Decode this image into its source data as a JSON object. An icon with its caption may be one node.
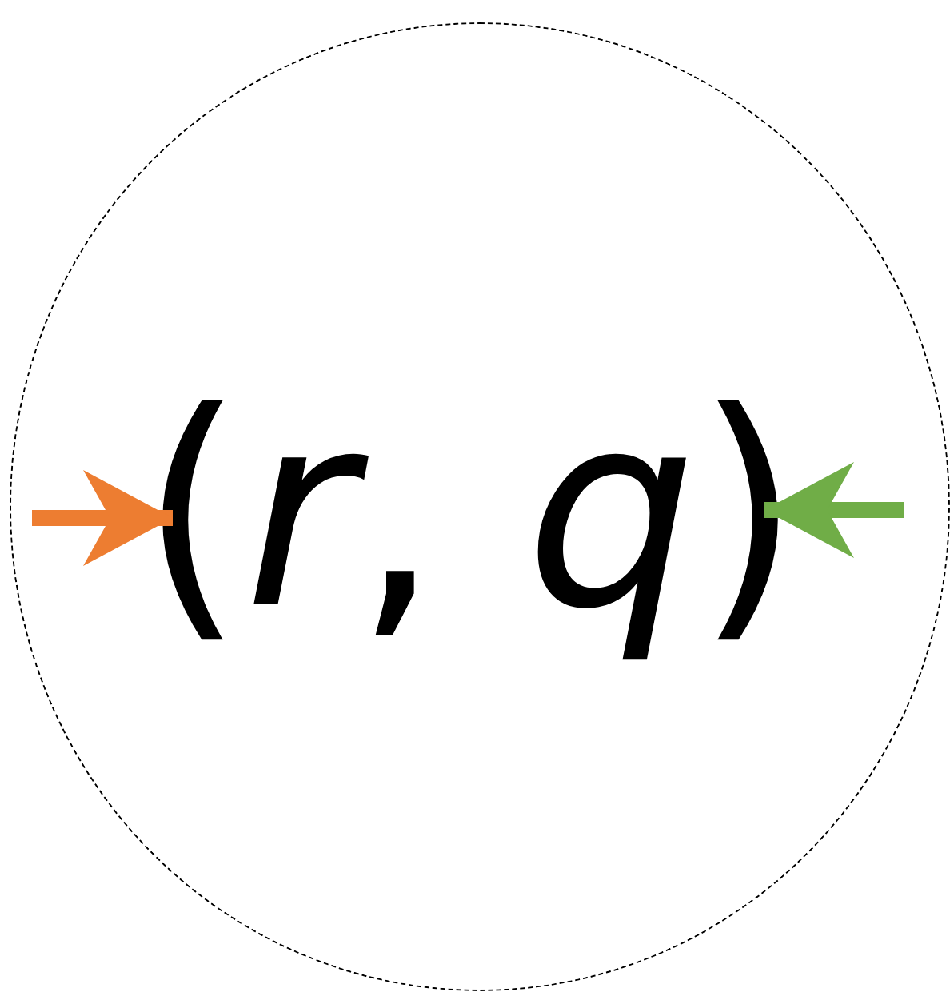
{
  "diagram": {
    "nodes": [
      {
        "text": [],
        "shape": "circle"
      },
      {
        "text": [
          "(*r*, *q*)"
        ],
        "in": 0
      }
    ],
    "edges": [
      {
        "from": null,
        "to": 1,
        "arrow": "to",
        "color": "#ed7d31"
      },
      {
        "from": null,
        "to": 1,
        "arrow": "to",
        "color": "#70ad47"
      }
    ]
  }
}
